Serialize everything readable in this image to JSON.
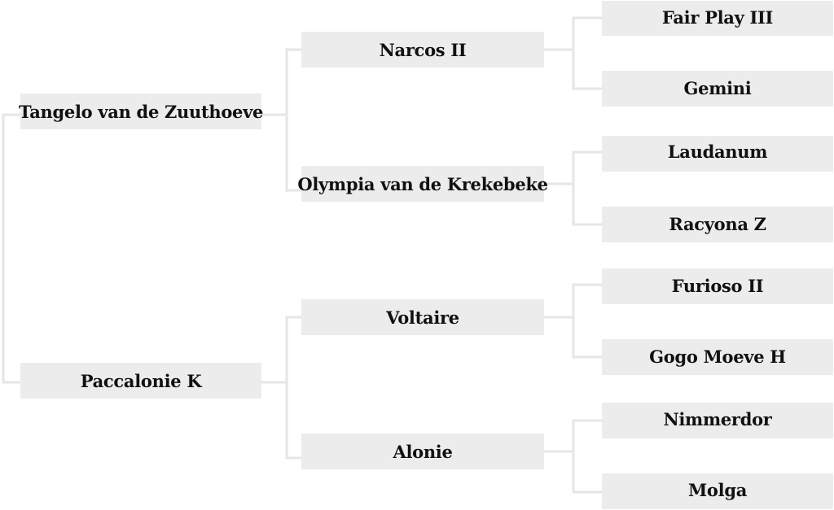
{
  "pedigree": {
    "sire": {
      "name": "Tangelo van de Zuuthoeve",
      "sire": {
        "name": "Narcos II",
        "sire": {
          "name": "Fair Play III"
        },
        "dam": {
          "name": "Gemini"
        }
      },
      "dam": {
        "name": "Olympia van de Krekebeke",
        "sire": {
          "name": "Laudanum"
        },
        "dam": {
          "name": "Racyona Z"
        }
      }
    },
    "dam": {
      "name": "Paccalonie K",
      "sire": {
        "name": "Voltaire",
        "sire": {
          "name": "Furioso II"
        },
        "dam": {
          "name": "Gogo Moeve H"
        }
      },
      "dam": {
        "name": "Alonie",
        "sire": {
          "name": "Nimmerdor"
        },
        "dam": {
          "name": "Molga"
        }
      }
    }
  },
  "colors": {
    "box_fill": "#ececec",
    "connector": "#e6e6e6",
    "text": "#111111"
  }
}
